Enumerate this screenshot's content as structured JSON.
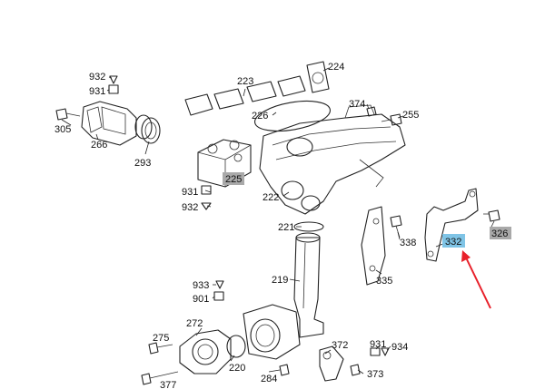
{
  "colors": {
    "highlight_grey": "#a9a9a9",
    "highlight_blue": "#7fc4e6",
    "arrow_red": "#e8202a"
  },
  "labels": {
    "p932a": "932",
    "p931a": "931",
    "p305": "305",
    "p266": "266",
    "p293": "293",
    "p223": "223",
    "p224": "224",
    "p226": "226",
    "p374": "374",
    "p255": "255",
    "p225": "225",
    "p931b": "931",
    "p932b": "932",
    "p222": "222",
    "p221": "221",
    "p338": "338",
    "p332": "332",
    "p326": "326",
    "p335": "335",
    "p219": "219",
    "p933": "933",
    "p901": "901",
    "p272": "272",
    "p275": "275",
    "p220": "220",
    "p377": "377",
    "p284": "284",
    "p372": "372",
    "p931c": "931",
    "p934": "934",
    "p373": "373"
  }
}
